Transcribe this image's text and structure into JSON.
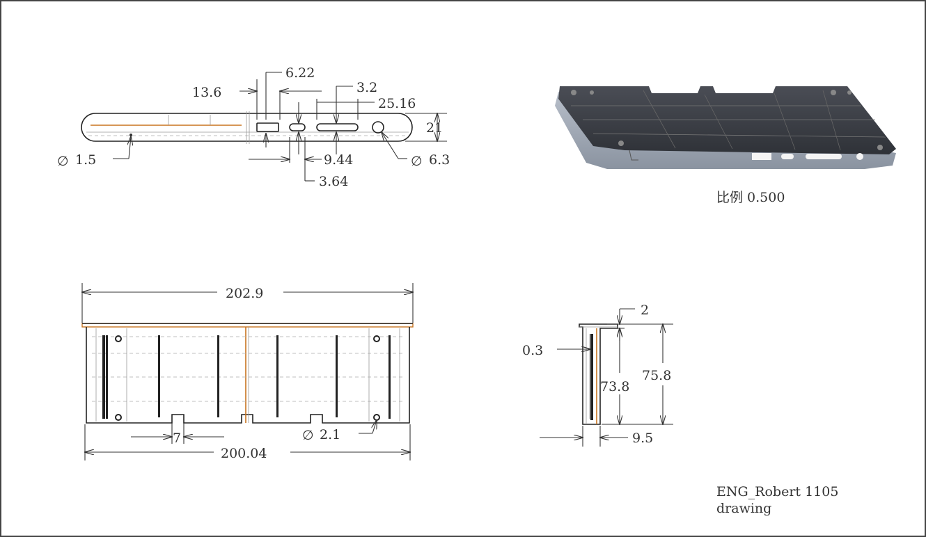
{
  "drawing": {
    "top_view_dims": {
      "d13_6": "13.6",
      "d6_22": "6.22",
      "d3_2": "3.2",
      "d25_16": "25.16",
      "d21": "21",
      "d9_44": "9.44",
      "d3_64": "3.64",
      "dia1_5": "1.5",
      "dia6_3": "6.3"
    },
    "front_view_dims": {
      "d202_9": "202.9",
      "d7": "7",
      "dia2_1": "2.1",
      "d200_04": "200.04"
    },
    "side_view_dims": {
      "d2": "2",
      "d0_3": "0.3",
      "d73_8": "73.8",
      "d75_8": "75.8",
      "d9_5": "9.5"
    },
    "scale_label": "比例  0.500",
    "diameter_symbol": "∅",
    "title_block": {
      "line1": "ENG_Robert 1105",
      "line2": "drawing"
    },
    "colors": {
      "render_dark": "#3c3f46",
      "render_light": "#9aa3b0",
      "accent_line": "#c8731f"
    }
  }
}
